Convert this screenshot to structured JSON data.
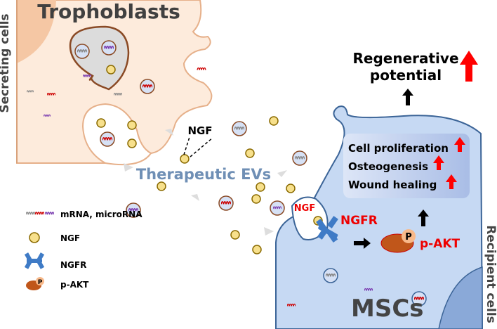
{
  "labels": {
    "secreting": "Secreting cells",
    "trophoblasts": "Trophoblasts",
    "recipient": "Recipient cells",
    "mscs": "MSCs",
    "therapeutic_evs": "Therapeutic EVs",
    "ngf_outside": "NGF",
    "ngf_pocket": "NGF",
    "ngfr": "NGFR",
    "pakt": "p-AKT",
    "p": "P",
    "regenerative_line1": "Regenerative",
    "regenerative_line2": "potential"
  },
  "effects": [
    "Cell proliferation",
    "Osteogenesis",
    "Wound healing"
  ],
  "legend": [
    {
      "icon": "rna-icon",
      "label": "mRNA, microRNA"
    },
    {
      "icon": "ngf-icon",
      "label": "NGF"
    },
    {
      "icon": "ngfr-icon",
      "label": "NGFR"
    },
    {
      "icon": "pakt-icon",
      "label": "p-AKT"
    }
  ],
  "colors": {
    "trophoblast_fill": "#fdebdc",
    "trophoblast_stroke": "#e6b08a",
    "msc_fill": "#c6d9f3",
    "msc_stroke": "#3b6497",
    "ngf": "#f7e08c",
    "up_arrow": "#ff0000",
    "ev_title": "#6f8fb5"
  }
}
